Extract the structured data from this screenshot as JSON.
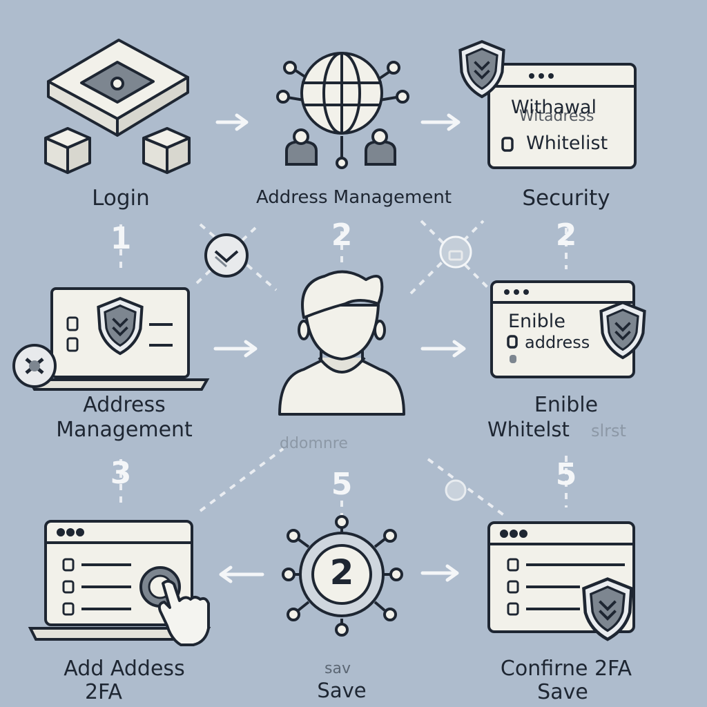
{
  "steps": {
    "login": {
      "label": "Login"
    },
    "address_top": {
      "label": "Address Management"
    },
    "security": {
      "label": "Security",
      "window_line1": "Withawal",
      "window_line1_overlap": "Witadress",
      "window_line2": "Whitelist"
    },
    "address_left": {
      "line1": "Address",
      "line2": "Management"
    },
    "enable": {
      "line1": "Enible",
      "line2": "Whitelst",
      "line2_faded": "slrst",
      "window_line1": "Enible",
      "window_line2": "address"
    },
    "add": {
      "line1": "Add Addess",
      "line2": "2FA"
    },
    "save": {
      "faint": "sav",
      "label": "Save"
    },
    "confirm": {
      "line1": "Confirne 2FA",
      "line2": "Save"
    }
  },
  "center": {
    "caption": "ddomnre"
  },
  "numbers": {
    "n1": "1",
    "n2a": "2",
    "n2b": "2",
    "n3": "3",
    "n5a": "5",
    "n5b": "5",
    "node_digit": "2"
  },
  "colors": {
    "background": "#aebccd",
    "line": "#1e2632",
    "panel": "#f2f1ea",
    "shield": "#7d8690",
    "connector": "#f4f6f8"
  }
}
